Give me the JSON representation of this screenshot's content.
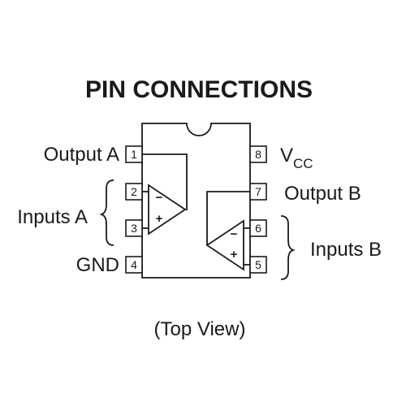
{
  "title": "PIN CONNECTIONS",
  "footer": "(Top View)",
  "pins": [
    {
      "number": "1",
      "label": "Output A"
    },
    {
      "number": "2",
      "label": ""
    },
    {
      "number": "3",
      "label": ""
    },
    {
      "number": "4",
      "label": "GND"
    },
    {
      "number": "5",
      "label": ""
    },
    {
      "number": "6",
      "label": ""
    },
    {
      "number": "7",
      "label": "Output B"
    },
    {
      "number": "8",
      "label": "V",
      "subscript": "CC"
    }
  ],
  "groups": {
    "inputs_a": "Inputs A",
    "inputs_b": "Inputs B"
  },
  "op_amp_a": {
    "inverting": "−",
    "non_inverting": "+"
  },
  "op_amp_b": {
    "inverting": "−",
    "non_inverting": "+"
  }
}
